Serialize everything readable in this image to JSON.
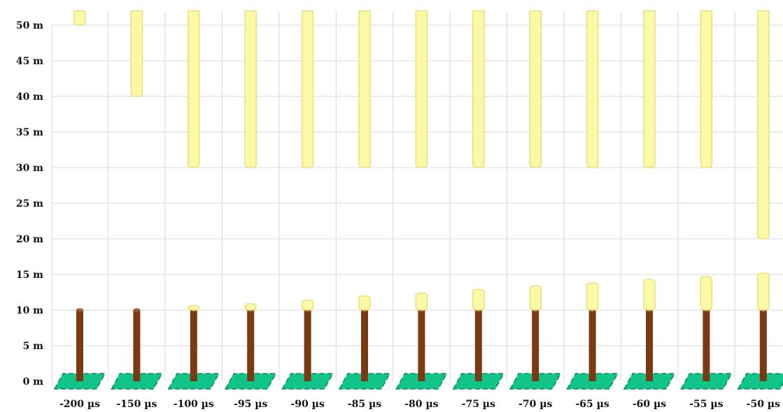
{
  "chart_data": {
    "type": "bar",
    "title": "",
    "xlabel": "",
    "ylabel": "",
    "ylim": [
      0,
      52
    ],
    "grid": true,
    "y_ticks": [
      "0 m",
      "5 m",
      "10 m",
      "15 m",
      "20 m",
      "25 m",
      "30 m",
      "35 m",
      "40 m",
      "45 m",
      "50 m"
    ],
    "y_tick_values": [
      0,
      5,
      10,
      15,
      20,
      25,
      30,
      35,
      40,
      45,
      50
    ],
    "categories": [
      "-200 µs",
      "-150 µs",
      "-100 µs",
      "-95 µs",
      "-90 µs",
      "-85 µs",
      "-80 µs",
      "-75 µs",
      "-70 µs",
      "-65 µs",
      "-60 µs",
      "-55 µs",
      "-50 µs"
    ],
    "rod_height": 10,
    "leader_from_cloud": [
      [
        50,
        52
      ],
      [
        40,
        52
      ],
      [
        30,
        52
      ],
      [
        30,
        52
      ],
      [
        30,
        52
      ],
      [
        30,
        52
      ],
      [
        30,
        52
      ],
      [
        30,
        52
      ],
      [
        30,
        52
      ],
      [
        30,
        52
      ],
      [
        30,
        52
      ],
      [
        30,
        52
      ],
      [
        20,
        52
      ]
    ],
    "streamer_from_rod": [
      [
        10,
        10
      ],
      [
        10,
        10
      ],
      [
        10,
        10.6
      ],
      [
        10,
        10.9
      ],
      [
        10,
        11.4
      ],
      [
        10,
        12.0
      ],
      [
        10,
        12.4
      ],
      [
        10,
        12.9
      ],
      [
        10,
        13.4
      ],
      [
        10,
        13.8
      ],
      [
        10,
        14.3
      ],
      [
        10,
        14.7
      ],
      [
        10,
        15.2
      ]
    ],
    "colors": {
      "leader": "#fbf9a6",
      "leader_edge": "#e6e27a",
      "rod": "#7a3a14",
      "rod_top": "#a55a3a",
      "ground": "#10c48a",
      "ground_edge": "#0a8a5c",
      "grid": "#d9d9d9"
    }
  }
}
